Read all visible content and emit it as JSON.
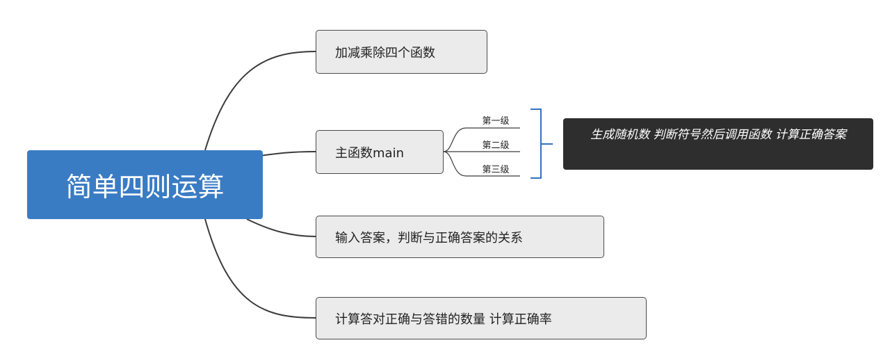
{
  "root": {
    "label": "简单四则运算"
  },
  "branches": [
    {
      "label": "加减乘除四个函数"
    },
    {
      "label": "主函数main"
    },
    {
      "label": "输入答案，判断与正确答案的关系"
    },
    {
      "label": "计算答对正确与答错的数量  计算正确率"
    }
  ],
  "subitems": [
    "第一级",
    "第二级",
    "第三级"
  ],
  "note": {
    "label": "生成随机数 判断符号然后调用函数 计算正确答案"
  },
  "colors": {
    "root": "#3a7cc4",
    "line": "#3a3a3a",
    "bracket": "#2f73c0",
    "note": "#2e2e2e"
  }
}
